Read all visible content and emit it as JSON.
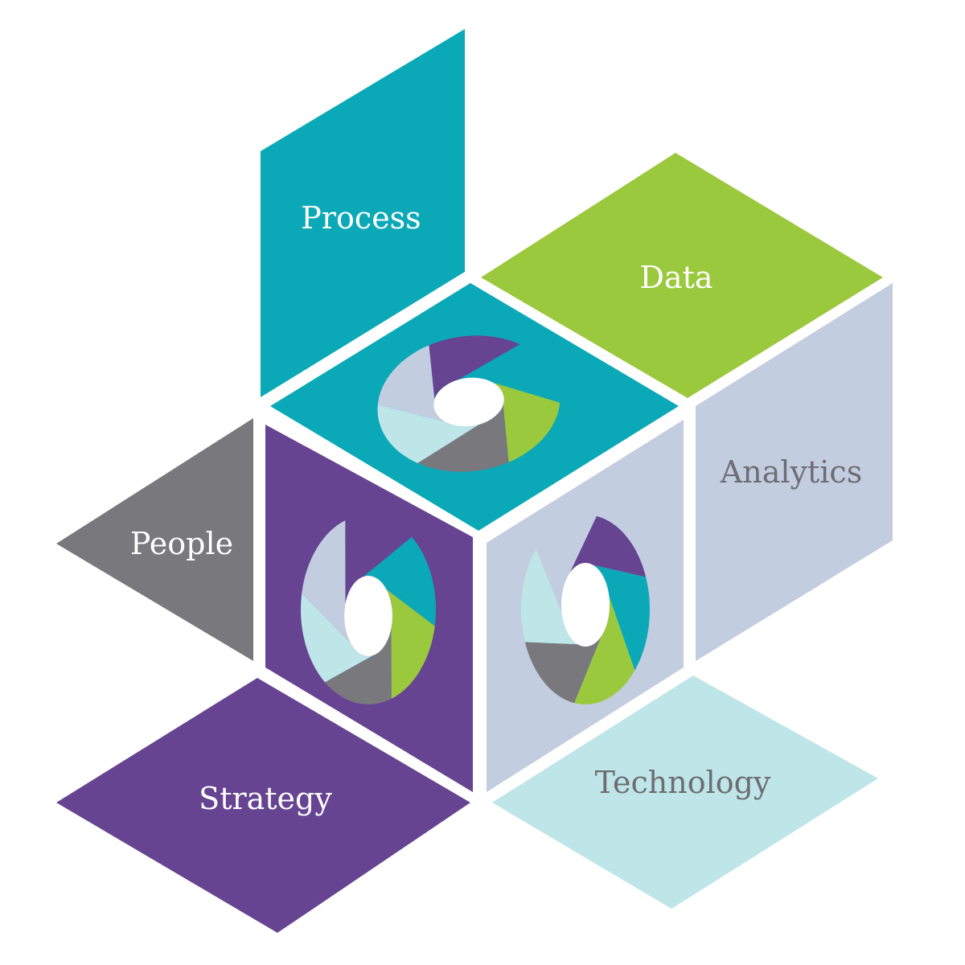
{
  "labels": {
    "process": "Process",
    "data": "Data",
    "analytics": "Analytics",
    "people": "People",
    "strategy": "Strategy",
    "technology": "Technology"
  },
  "colors": {
    "teal": "#0ba9b8",
    "green": "#9bc93e",
    "lavender": "#c2cde0",
    "gray": "#78787d",
    "purple": "#664492",
    "light_teal": "#bee5e8",
    "background": "#ffffff",
    "text_light": "#ffffff",
    "text_dark": "#6d6d72"
  }
}
